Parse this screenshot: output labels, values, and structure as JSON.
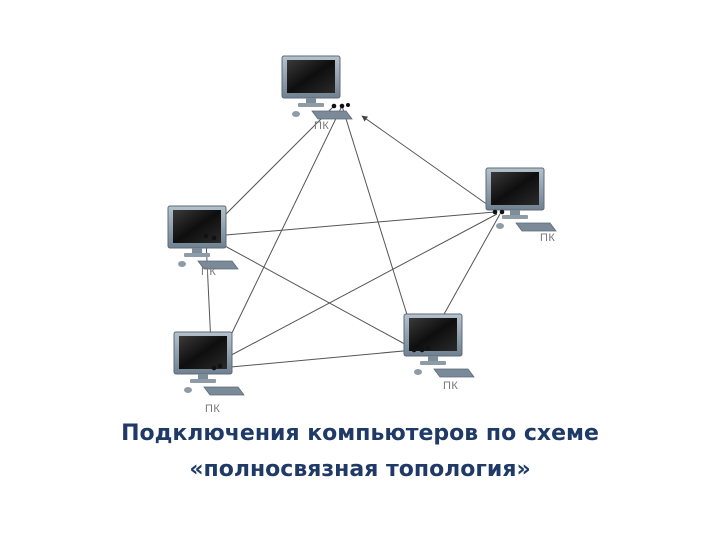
{
  "nodes": [
    {
      "id": "top",
      "label": "ПК"
    },
    {
      "id": "right",
      "label": "ПК"
    },
    {
      "id": "left",
      "label": "ПК"
    },
    {
      "id": "bottom-left",
      "label": "ПК"
    },
    {
      "id": "bottom-right",
      "label": "ПК"
    }
  ],
  "caption": {
    "line1": "Подключения компьютеров по схеме",
    "line2": "«полносвязная топология»"
  },
  "colors": {
    "caption": "#1f3a66",
    "link": "#555555",
    "monitor_frame": "#8a9aa8",
    "screen": "#1b1b1b",
    "keyboard": "#7a8a98"
  }
}
